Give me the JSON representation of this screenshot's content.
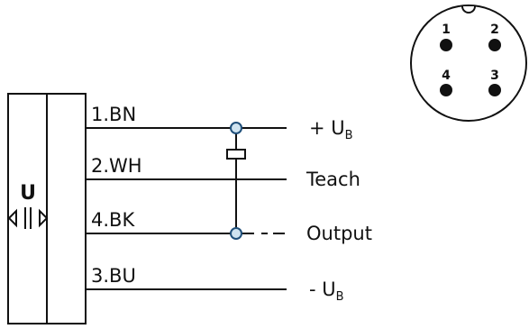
{
  "sensor": {
    "label": "U"
  },
  "wires": [
    {
      "label": "1.BN"
    },
    {
      "label": "2.WH"
    },
    {
      "label": "4.BK"
    },
    {
      "label": "3.BU"
    }
  ],
  "signals": {
    "plus_ub": {
      "prefix": "+ U",
      "sub": "B"
    },
    "teach": {
      "text": "Teach"
    },
    "output": {
      "text": "Output"
    },
    "minus_ub": {
      "prefix": "- U",
      "sub": "B"
    }
  },
  "connector": {
    "pins": [
      {
        "label": "1"
      },
      {
        "label": "2"
      },
      {
        "label": "4"
      },
      {
        "label": "3"
      }
    ]
  },
  "colors": {
    "line": "#111111",
    "junction_fill": "#cfe3f0",
    "junction_stroke": "#1f4f7a"
  }
}
